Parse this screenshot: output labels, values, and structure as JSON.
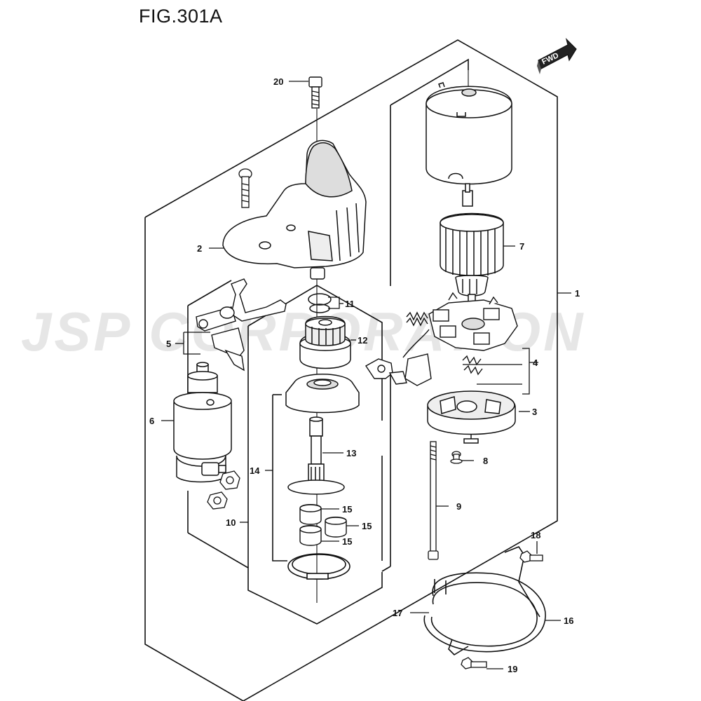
{
  "figure": {
    "title": "FIG.301A",
    "watermark": "JSP CORPORATION",
    "fwd_label": "FWD"
  },
  "callouts": {
    "c1": "1",
    "c2": "2",
    "c3": "3",
    "c4": "4",
    "c5": "5",
    "c6": "6",
    "c7": "7",
    "c8": "8",
    "c9": "9",
    "c10": "10",
    "c11": "11",
    "c12": "12",
    "c13": "13",
    "c14": "14",
    "c15a": "15",
    "c15b": "15",
    "c15c": "15",
    "c16": "16",
    "c17": "17",
    "c18": "18",
    "c19": "19",
    "c20": "20"
  }
}
